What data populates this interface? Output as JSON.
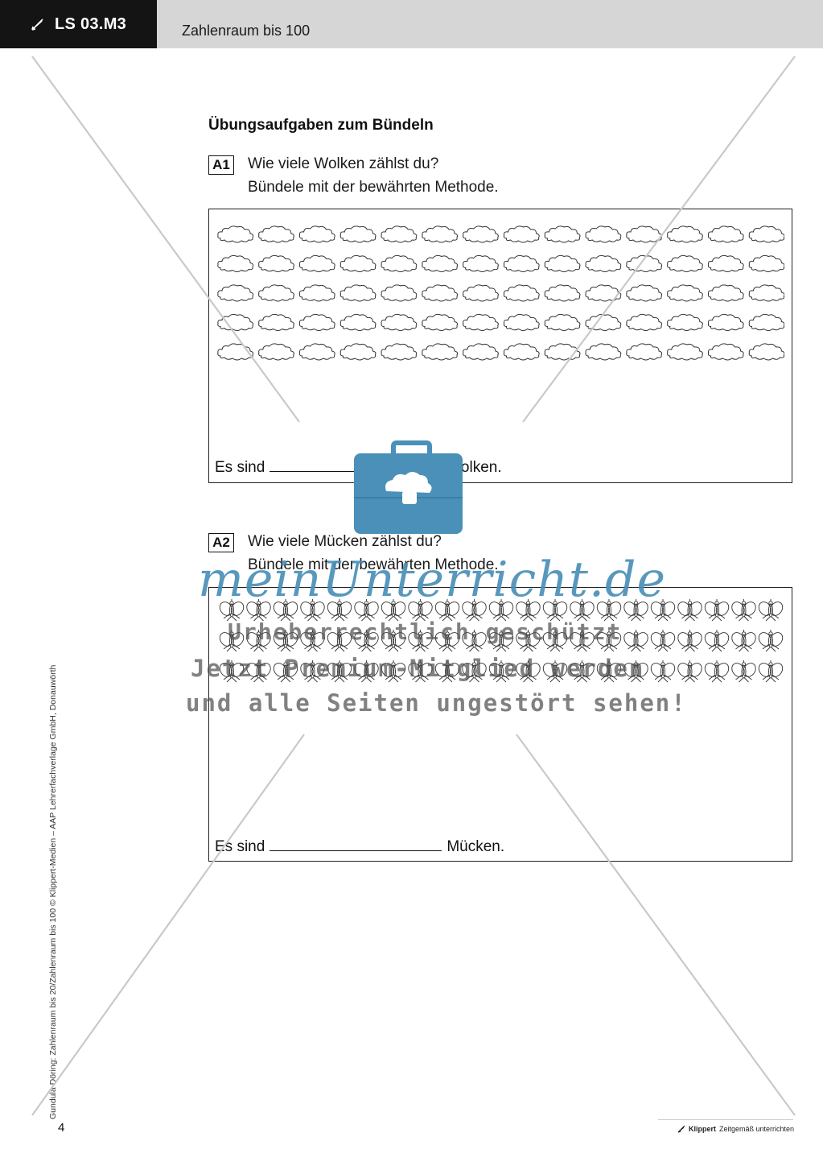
{
  "header": {
    "code": "LS 03.M3",
    "title": "Zahlenraum bis 100",
    "icon": "pen-icon"
  },
  "heading": "Übungsaufgaben zum Bündeln",
  "tasks": [
    {
      "label": "A1",
      "question": "Wie viele Wolken zählst du?",
      "instruction": "Bündele mit der bewährten Methode.",
      "answer_prefix": "Es sind",
      "answer_suffix": "Wolken.",
      "item_icon": "cloud-icon",
      "rows": 5,
      "per_row": 14
    },
    {
      "label": "A2",
      "question": "Wie viele Mücken zählst du?",
      "instruction": "Bündele mit der bewährten Methode.",
      "answer_prefix": "Es sind",
      "answer_suffix": "Mücken.",
      "item_icon": "mosquito-icon",
      "rows": 3,
      "per_row": 21
    }
  ],
  "side_credit": "Gundula Döring: Zahlenraum bis 20/Zahlenraum bis 100  © Klippert-Medien – AAP Lehrerfachverlage GmbH, Donauwörth",
  "page_number": "4",
  "footer": {
    "brand": "Klippert",
    "tagline": "Zeitgemäß unterrichten"
  },
  "watermark": {
    "logo": "meinUnterricht.de",
    "line1": "Urheberrechtlich geschützt",
    "line2": "Jetzt Premium-Mitglied werden",
    "line3": "und alle Seiten ungestört sehen!",
    "accent": "#4a90b8"
  }
}
